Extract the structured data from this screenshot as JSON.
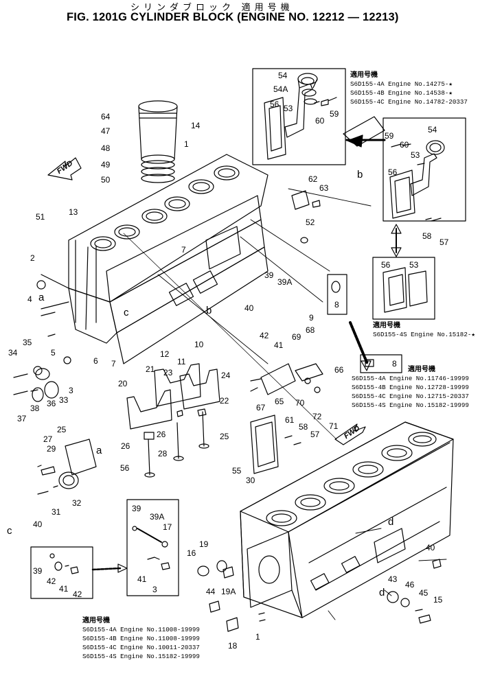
{
  "header": {
    "title_jp": "シリンダブロック 適用号機",
    "title": "FIG. 1201G  CYLINDER BLOCK (ENGINE NO. 12212 — 12213)"
  },
  "fwd_label": "FWD",
  "ref_letters": [
    "a",
    "b",
    "c",
    "d"
  ],
  "applicability": {
    "top": {
      "header": "適用号機",
      "lines": [
        "S6D155-4A Engine No.14275-★",
        "S6D155-4B Engine No.14538-★",
        "S6D155-4C Engine No.14782-20337"
      ]
    },
    "mid": {
      "header": "適用号機",
      "lines": [
        "S6D155-4S Engine No.15182-★"
      ]
    },
    "right": {
      "header": "適用号機",
      "lines": [
        "S6D155-4A Engine No.11746-19999",
        "S6D155-4B Engine No.12728-19999",
        "S6D155-4C Engine No.12715-20337",
        "S6D155-4S Engine No.15182-19999"
      ]
    },
    "bottom": {
      "header": "適用号機",
      "lines": [
        "S6D155-4A Engine No.11008-19999",
        "S6D155-4B Engine No.11008-19999",
        "S6D155-4C Engine No.10011-20337",
        "S6D155-4S Engine No.15182-19999"
      ]
    }
  },
  "callouts": [
    "54",
    "54A",
    "56",
    "53",
    "60",
    "59",
    "64",
    "47",
    "48",
    "49",
    "50",
    "14",
    "1",
    "59",
    "60",
    "54",
    "53",
    "56",
    "62",
    "63",
    "51",
    "13",
    "52",
    "58",
    "57",
    "2",
    "7",
    "4",
    "39",
    "39A",
    "8",
    "56",
    "53",
    "40",
    "9",
    "5",
    "42",
    "41",
    "69",
    "68",
    "35",
    "34",
    "6",
    "7",
    "12",
    "11",
    "10",
    "66",
    "8",
    "3",
    "33",
    "36",
    "24",
    "21",
    "23",
    "20",
    "22",
    "37",
    "38",
    "26",
    "67",
    "65",
    "70",
    "72",
    "71",
    "26",
    "25",
    "61",
    "58",
    "57",
    "28",
    "29",
    "27",
    "25",
    "56",
    "55",
    "30",
    "32",
    "31",
    "40",
    "39",
    "39A",
    "17",
    "16",
    "19",
    "19A",
    "40",
    "39",
    "42",
    "41",
    "42",
    "41",
    "3",
    "44",
    "43",
    "46",
    "45",
    "15",
    "18",
    "1"
  ]
}
